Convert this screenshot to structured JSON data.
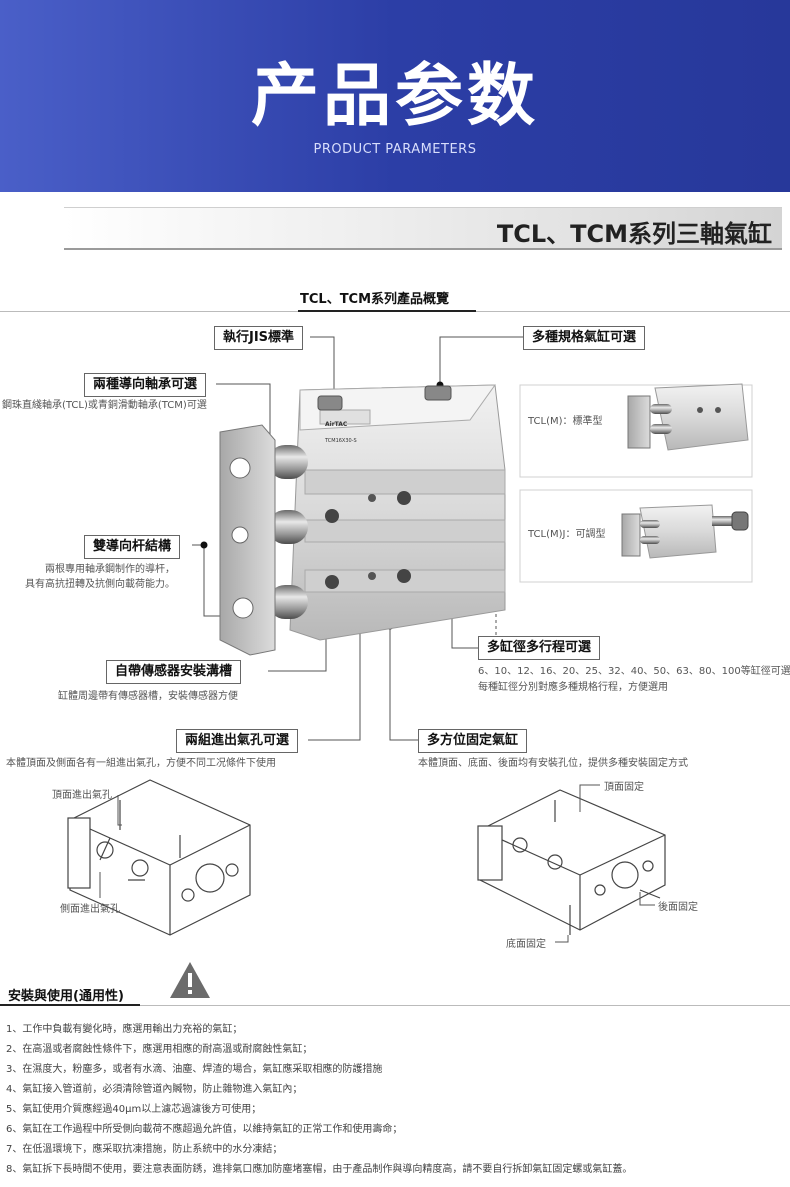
{
  "banner": {
    "title": "产品参数",
    "subtitle": "PRODUCT PARAMETERS"
  },
  "series_title": "TCL、TCM系列三軸氣缸",
  "overview_title": "TCL、TCM系列產品概覽",
  "features": {
    "jis": {
      "label": "執行JIS標準"
    },
    "multi_spec": {
      "label": "多種規格氣缸可選"
    },
    "bearing": {
      "label": "兩種導向軸承可選",
      "desc": "鋼珠直綫軸承(TCL)或青銅滑動軸承(TCM)可選"
    },
    "double_rod": {
      "label": "雙導向杆結構",
      "desc_1": "兩根專用軸承鋼制作的導杆，",
      "desc_2": "具有高抗扭轉及抗側向載荷能力。"
    },
    "sensor": {
      "label": "自帶傳感器安裝溝槽",
      "desc": "缸體周邊帶有傳感器槽，安裝傳感器方便"
    },
    "bore": {
      "label": "多缸徑多行程可選",
      "desc_1": "6、10、12、16、20、25、32、40、50、63、80、100等缸徑可選",
      "desc_2": "每種缸徑分別對應多種規格行程，方便選用"
    },
    "ports": {
      "label": "兩組進出氣孔可選",
      "desc": "本體頂面及側面各有一組進出氣孔，方便不同工况條件下使用"
    },
    "mount": {
      "label": "多方位固定氣缸",
      "desc": "本體頂面、底面、後面均有安裝孔位，提供多種安裝固定方式"
    }
  },
  "product_models": {
    "standard": "TCL(M)：標準型",
    "adjustable": "TCL(M)J：可調型"
  },
  "cylinder_marking": {
    "brand": "AirTAC",
    "model": "TCM16X30-S"
  },
  "diagram_captions": {
    "top_port": "頂面進出氣孔",
    "side_port": "側面進出氣孔",
    "top_mount": "頂面固定",
    "back_mount": "後面固定",
    "bottom_mount": "底面固定"
  },
  "usage": {
    "title": "安裝與使用(通用性)",
    "items": [
      "1、工作中負載有變化時，應選用輸出力充裕的氣缸；",
      "2、在高溫或者腐蝕性條件下，應選用相應的耐高溫或耐腐蝕性氣缸；",
      "3、在濕度大，粉塵多，或者有水滴、油塵、焊渣的場合，氣缸應采取相應的防護措施",
      "4、氣缸接入管道前，必須清除管道內贓物，防止雜物進入氣缸內；",
      "5、氣缸使用介質應經過40μm以上濾芯過濾後方可使用；",
      "6、氣缸在工作過程中所受側向載荷不應超過允許值，以維持氣缸的正常工作和使用壽命；",
      "7、在低溫環境下，應采取抗凍措施，防止系統中的水分凍結；",
      "8、氣缸拆下長時間不使用，要注意表面防銹，進排氣口應加防塵堵塞帽，由于產品制作與導向精度高，請不要自行拆卸氣缸固定螺或氣缸蓋。"
    ]
  },
  "colors": {
    "banner_start": "#4a5fc8",
    "banner_end": "#27389a",
    "warning": "#6b6b6b"
  }
}
